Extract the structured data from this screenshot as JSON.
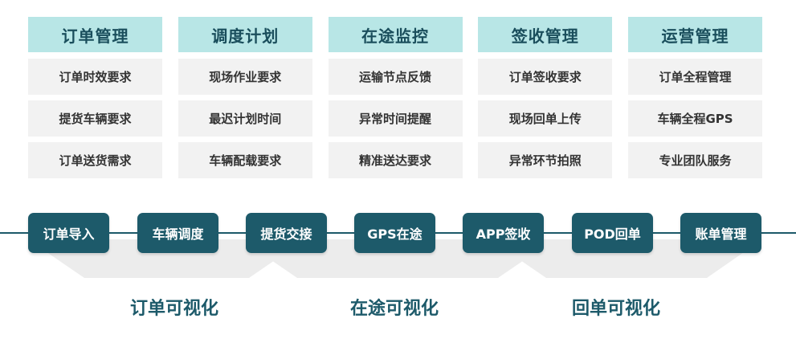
{
  "columns": [
    {
      "header": "订单管理",
      "items": [
        "订单时效要求",
        "提货车辆要求",
        "订单送货需求"
      ]
    },
    {
      "header": "调度计划",
      "items": [
        "现场作业要求",
        "最迟计划时间",
        "车辆配载要求"
      ]
    },
    {
      "header": "在途监控",
      "items": [
        "运输节点反馈",
        "异常时间提醒",
        "精准送达要求"
      ]
    },
    {
      "header": "签收管理",
      "items": [
        "订单签收要求",
        "现场回单上传",
        "异常环节拍照"
      ]
    },
    {
      "header": "运营管理",
      "items": [
        "订单全程管理",
        "车辆全程GPS",
        "专业团队服务"
      ]
    }
  ],
  "flow": {
    "steps": [
      "订单导入",
      "车辆调度",
      "提货交接",
      "GPS在途",
      "APP签收",
      "POD回单",
      "账单管理"
    ]
  },
  "stages": [
    "订单可视化",
    "在途可视化",
    "回单可视化"
  ],
  "colors": {
    "header_bg": "#b8e6e6",
    "header_text": "#1a4e5c",
    "cell_bg": "#f2f2f2",
    "step_bg": "#1d5a6a",
    "step_text": "#ffffff",
    "stage_text": "#1d5a6a",
    "band": "#e8e8e8"
  }
}
